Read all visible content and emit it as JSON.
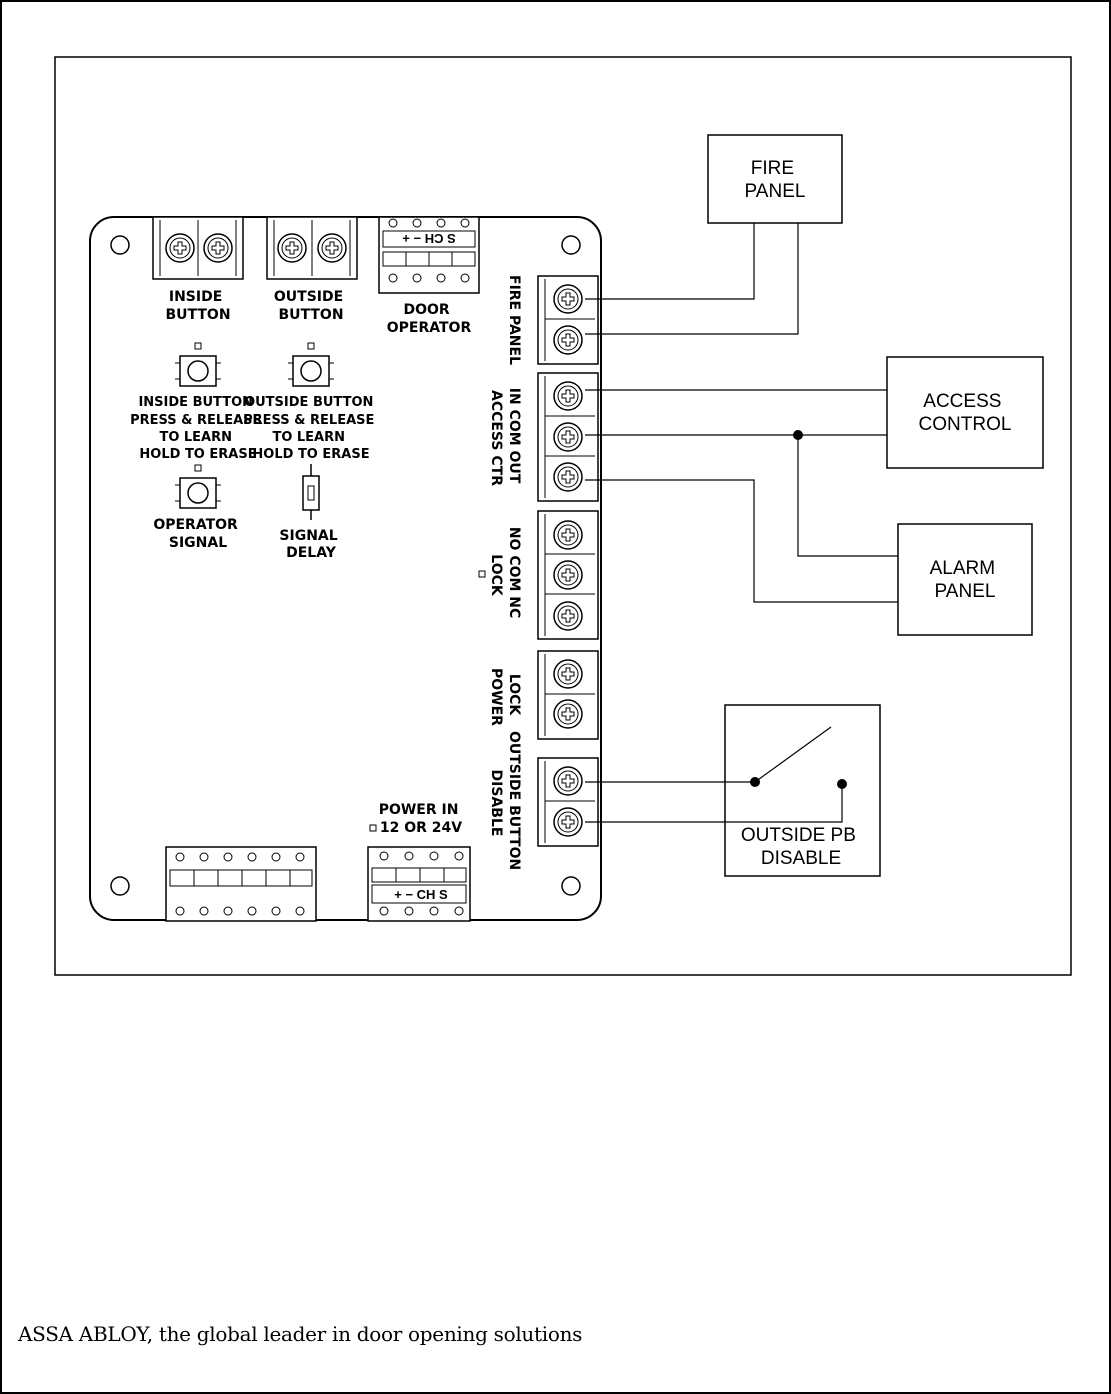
{
  "board": {
    "inside_button": [
      "INSIDE",
      "BUTTON"
    ],
    "outside_button": [
      "OUTSIDE",
      "BUTTON"
    ],
    "door_operator": [
      "DOOR",
      "OPERATOR"
    ],
    "door_operator_pins": "S CH − +",
    "inside_learn": [
      "INSIDE BUTTON",
      "PRESS & RELEASE",
      "TO LEARN",
      "HOLD TO ERASE"
    ],
    "outside_learn": [
      "OUTSIDE BUTTON",
      "PRESS & RELEASE",
      "TO LEARN",
      "HOLD TO ERASE"
    ],
    "operator_signal": [
      "OPERATOR",
      "SIGNAL"
    ],
    "signal_delay": [
      "SIGNAL",
      "DELAY"
    ],
    "power_in": [
      "POWER IN",
      "12 OR 24V"
    ],
    "power_pins": "+ − CH S",
    "fire_panel_term": "FIRE PANEL",
    "access_ctr_term": [
      "IN  COM  OUT",
      "ACCESS CTR"
    ],
    "lock_term": [
      "NO  COM  NC",
      "LOCK"
    ],
    "lock_power_term": [
      "LOCK",
      "POWER"
    ],
    "outside_disable_term": [
      "OUTSIDE BUTTON",
      "DISABLE"
    ]
  },
  "devices": {
    "fire_panel": [
      "FIRE",
      "PANEL"
    ],
    "access_control": [
      "ACCESS",
      "CONTROL"
    ],
    "alarm_panel": [
      "ALARM",
      "PANEL"
    ],
    "outside_pb_disable": [
      "OUTSIDE PB",
      "DISABLE"
    ]
  },
  "footer": "ASSA ABLOY, the global leader in door opening solutions"
}
